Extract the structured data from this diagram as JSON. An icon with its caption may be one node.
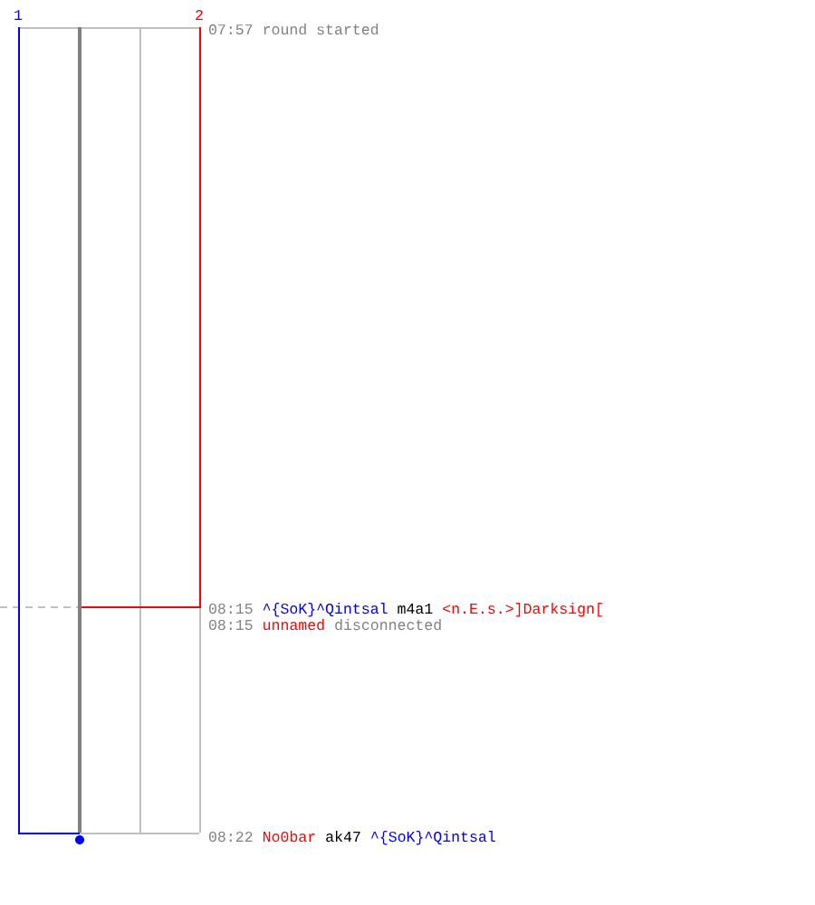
{
  "diagram": {
    "labels": [
      "1",
      "2",
      "07:57",
      "round started",
      "08:15",
      "^{SoK}^Qintsal",
      "m4a1",
      "<n.E.s.>]Darksign[",
      "08:15",
      "unnamed",
      "disconnected",
      "08:22",
      "No0bar",
      "ak47",
      "^{SoK}^Qintsal"
    ]
  }
}
